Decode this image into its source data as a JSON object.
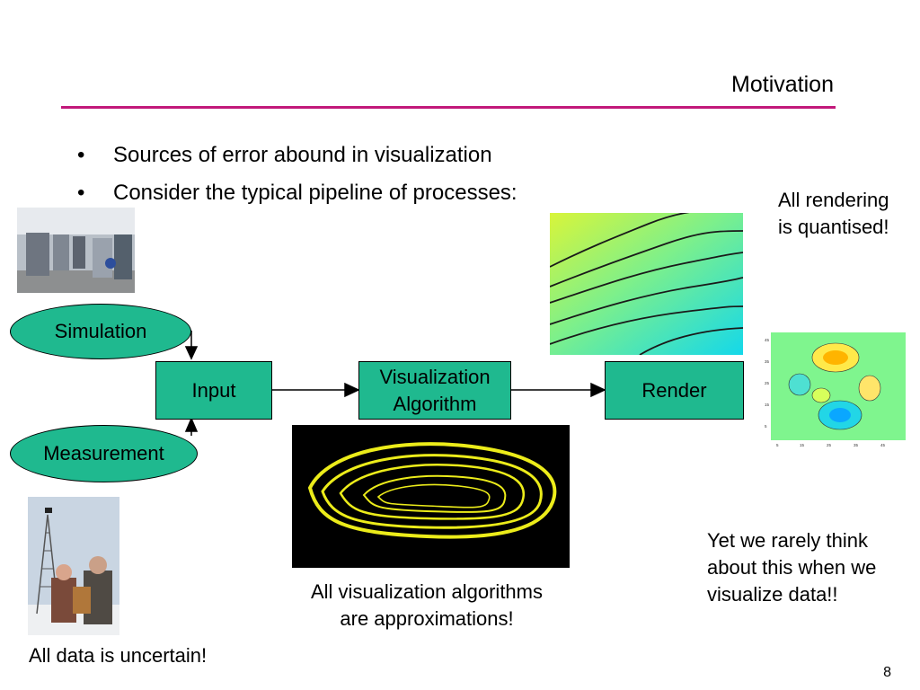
{
  "slide": {
    "title": "Motivation",
    "page_number": "8",
    "accent_color": "#c2187a",
    "node_color": "#1fb98f"
  },
  "bullets": [
    "Sources of error abound in visualization",
    "Consider the typical pipeline of processes:"
  ],
  "pipeline": {
    "simulation": "Simulation",
    "measurement": "Measurement",
    "input": "Input",
    "viz_line1": "Visualization",
    "viz_line2": "Algorithm",
    "render": "Render"
  },
  "captions": {
    "rendering_line1": "All rendering",
    "rendering_line2": "is quantised!",
    "data": "All data is uncertain!",
    "algo_line1": "All visualization algorithms",
    "algo_line2": "are approximations!",
    "rarely_line1": "Yet we rarely think",
    "rarely_line2": "about this when we",
    "rarely_line3": "visualize data!!"
  },
  "images": {
    "supercomputer": "supercomputer-room-photo",
    "field_measurement": "field-measurement-photo",
    "contour_render": "contour-plot-image",
    "flow_lines": "streamline-visualization-image",
    "contour_plot_small": "filled-contour-plot-image"
  }
}
